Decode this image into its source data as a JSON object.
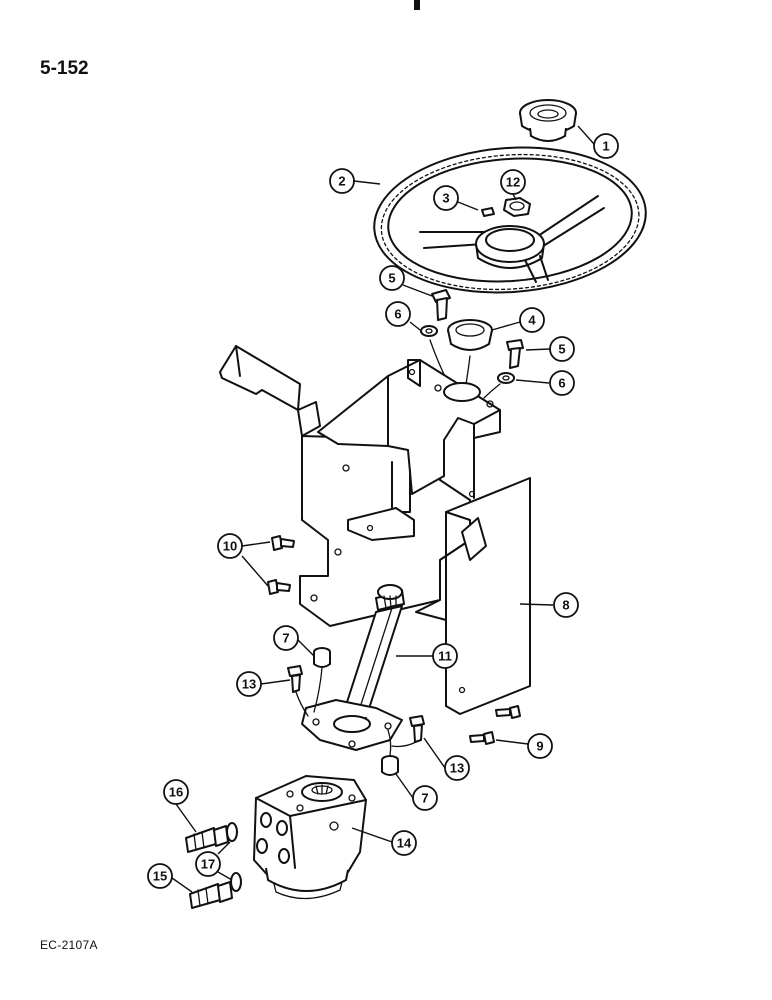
{
  "page_number": "5-152",
  "figure_code": "EC-2107A",
  "callouts": {
    "c1": "1",
    "c2": "2",
    "c3": "3",
    "c12": "12",
    "c5a": "5",
    "c6a": "6",
    "c4": "4",
    "c5b": "5",
    "c6b": "6",
    "c10": "10",
    "c8": "8",
    "c7a": "7",
    "c11": "11",
    "c13a": "13",
    "c9": "9",
    "c13b": "13",
    "c7b": "7",
    "c16": "16",
    "c14": "14",
    "c17": "17",
    "c15": "15"
  }
}
